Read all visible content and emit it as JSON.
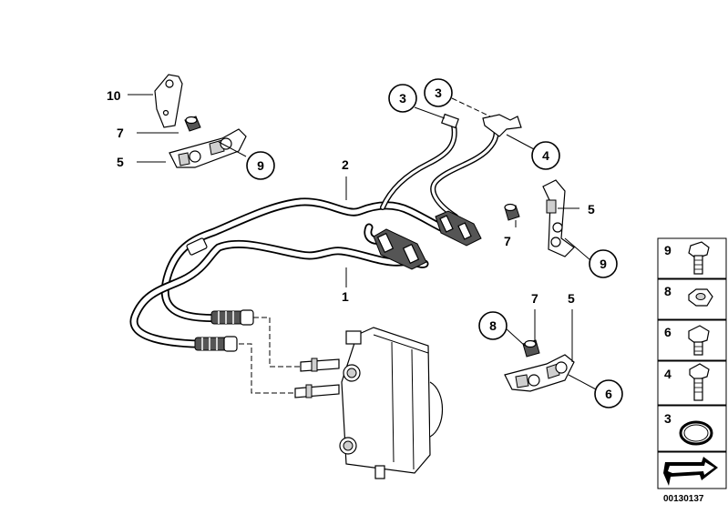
{
  "callouts": {
    "c3a": "3",
    "c3b": "3",
    "c4": "4",
    "c9a": "9",
    "c9b": "9",
    "c8": "8",
    "c6": "6"
  },
  "labels": {
    "l10": "10",
    "l7a": "7",
    "l5a": "5",
    "l2": "2",
    "l1": "1",
    "l5b": "5",
    "l7b": "7",
    "l7c": "7",
    "l5c": "5"
  },
  "parts_panel": [
    {
      "number": "9",
      "icon": "bolt-icon"
    },
    {
      "number": "8",
      "icon": "nut-icon"
    },
    {
      "number": "6",
      "icon": "bolt-icon"
    },
    {
      "number": "4",
      "icon": "bolt-icon"
    },
    {
      "number": "3",
      "icon": "seal-ring-icon"
    },
    {
      "number": "",
      "icon": "arrow-icon"
    }
  ],
  "diagram_code": "00130137"
}
